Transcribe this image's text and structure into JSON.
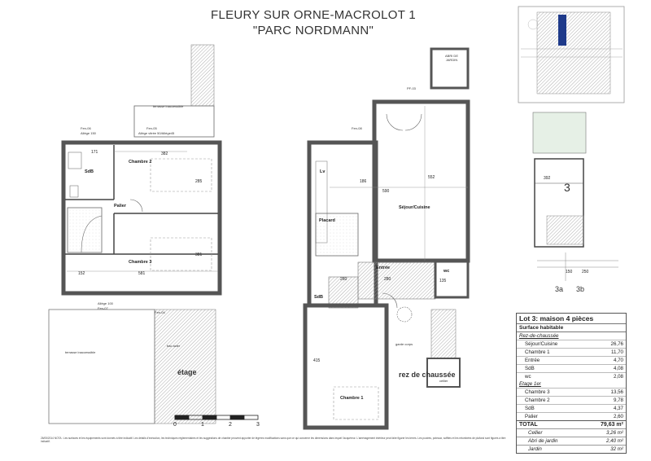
{
  "header": {
    "line1": "FLEURY SUR ORNE-MACROLOT 1",
    "line2": "\"PARC NORDMANN\""
  },
  "labels": {
    "etage": "étage",
    "rdc": "rez de chaussée",
    "terrasse_top": "terrasse inaccessible",
    "terrasse_bottom": "terrasse inaccessible",
    "bac_acier": "bac acier",
    "abri": "ABRI DE JARDIN",
    "cellier": "cellier",
    "garde_corps": "garde corps",
    "pf03": "PF-03",
    "fen06": "Fen-06",
    "fen05": "Fen-05",
    "fen07": "Fen-07",
    "fen04": "Fen-04",
    "fen08": "Fen-08",
    "allege100": "Allège 100",
    "allege150": "Allège 150",
    "allege_vitre": "Allège vitrée 50/Allège45",
    "chv": "ch",
    "lot_number": "3",
    "label_3a": "3a",
    "label_3b": "3b"
  },
  "rooms_first": {
    "sdb": "SdB",
    "chambre2": "Chambre 2",
    "palier": "Palier",
    "chambre3": "Chambre 3"
  },
  "rooms_ground": {
    "sejour": "Séjour/Cuisine",
    "entree": "Entrée",
    "wc": "wc",
    "sdb": "SdB",
    "chambre1": "Chambre 1",
    "placard": "Placard",
    "lv": "Lv"
  },
  "dims": {
    "d171": "171",
    "d382": "382",
    "d285": "285",
    "d581": "581",
    "d381": "381",
    "d152": "152",
    "d590": "590",
    "d552": "552",
    "d186": "186",
    "d260": "260",
    "d280": "280",
    "d415": "415",
    "d135": "135",
    "d392": "392",
    "d150": "150",
    "d250": "250"
  },
  "scale": {
    "s0": "0",
    "s1": "1",
    "s2": "2",
    "s3": "3"
  },
  "lot": {
    "title": "Lot 3:   maison 4 pièces",
    "surface": "Surface habitable",
    "rdc_title": "Rez-de-chaussée",
    "rdc_rows": [
      {
        "name": "Séjour/Cuisine",
        "value": "26,76"
      },
      {
        "name": "Chambre 1",
        "value": "11,70"
      },
      {
        "name": "Entrée",
        "value": "4,70"
      },
      {
        "name": "SdB",
        "value": "4,08"
      },
      {
        "name": "wc",
        "value": "2,08"
      }
    ],
    "etage_title": "Etage 1er",
    "etage_rows": [
      {
        "name": "Chambre 3",
        "value": "13,56"
      },
      {
        "name": "Chambre 2",
        "value": "9,78"
      },
      {
        "name": "SdB",
        "value": "4,37"
      },
      {
        "name": "Palier",
        "value": "2,60"
      }
    ],
    "total_label": "TOTAL",
    "total_value": "79,63 m²",
    "extras": [
      {
        "name": "Cellier",
        "value": "3,26 m²"
      },
      {
        "name": "Abri de jardin",
        "value": "2,40 m²"
      },
      {
        "name": "Jardin",
        "value": "32 m²"
      }
    ]
  },
  "footer_note": "26/05/2014  NOTA : Les surfaces et les équipements sont donnés à titre indicatif. Les détails d'exécution, les techniques réglementaires et les suggestions de chantier peuvent apporter de légères modifications sans que ce qui concerne les dimensions dans lequel l'acquéreur. L'aménagement intérieur peut faire figurer les terres. Les poutres, poteaux, soffites et les retombées de plafond sont figurés à titre indicatif.",
  "colors": {
    "wall": "#555555",
    "hatch": "#999999",
    "accent": "#1e3a8a"
  }
}
